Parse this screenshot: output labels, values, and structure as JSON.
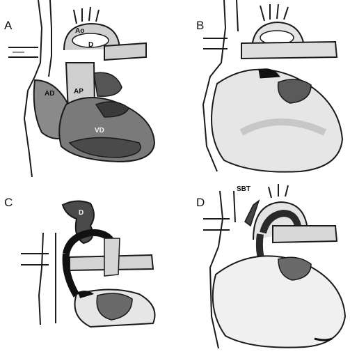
{
  "panels": [
    {
      "letter": "A",
      "labels": {
        "ao": "Ao",
        "d": "D",
        "ap": "AP",
        "ad": "AD",
        "vd": "VD"
      }
    },
    {
      "letter": "B"
    },
    {
      "letter": "C",
      "labels": {
        "d": "D"
      }
    },
    {
      "letter": "D",
      "labels": {
        "sbt": "SBT"
      }
    }
  ],
  "colors": {
    "outline": "#1a1a1a",
    "light_shade": "#cfcfcf",
    "mid_shade": "#8a8a8a",
    "dark_shade": "#3a3a3a",
    "black": "#111111"
  }
}
